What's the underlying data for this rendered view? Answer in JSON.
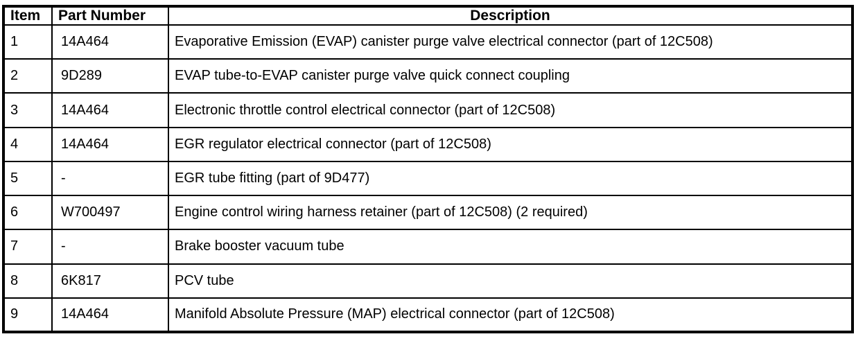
{
  "colors": {
    "border": "#000000",
    "background": "#ffffff",
    "text": "#000000"
  },
  "table": {
    "columns": [
      "Item",
      "Part Number",
      "Description"
    ],
    "rows": [
      {
        "item": "1",
        "part_number": "14A464",
        "description": "Evaporative Emission (EVAP) canister purge valve electrical connector (part of 12C508)"
      },
      {
        "item": "2",
        "part_number": "9D289",
        "description": "EVAP tube-to-EVAP canister purge valve quick connect coupling"
      },
      {
        "item": "3",
        "part_number": "14A464",
        "description": "Electronic throttle control electrical connector (part of 12C508)"
      },
      {
        "item": "4",
        "part_number": "14A464",
        "description": "EGR regulator electrical connector (part of 12C508)"
      },
      {
        "item": "5",
        "part_number": "-",
        "description": "EGR tube fitting (part of 9D477)"
      },
      {
        "item": "6",
        "part_number": "W700497",
        "description": "Engine control wiring harness retainer (part of 12C508) (2 required)"
      },
      {
        "item": "7",
        "part_number": "-",
        "description": "Brake booster vacuum tube"
      },
      {
        "item": "8",
        "part_number": "6K817",
        "description": "PCV tube"
      },
      {
        "item": "9",
        "part_number": "14A464",
        "description": "Manifold Absolute Pressure (MAP) electrical connector (part of 12C508)"
      }
    ]
  }
}
